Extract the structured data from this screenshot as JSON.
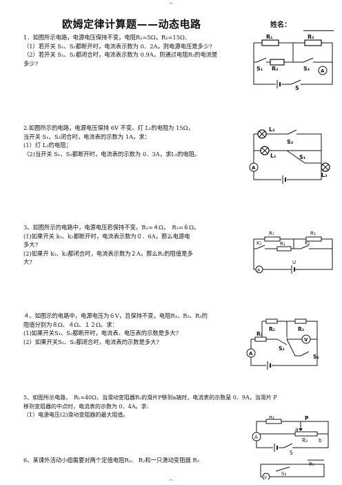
{
  "header": {
    "top_mark": "--",
    "title": "欧姆定律计算题——动态电路",
    "name_label": "姓名：",
    "bottom_mark": "--"
  },
  "questions": [
    {
      "lines": [
        "1．如图所示电路，电源电压保持不变，电阻R₁=5Ω，R₂=15Ω．",
        "（1）若开关 S₁、S₂都断开时，电流表示数为 0．2A，则电源电压是多少?",
        "（2）若开关 S₁、S₂都闭合时，电流表示数为 0.9A，则通过电阻R₃的电流是",
        "多少?"
      ],
      "circuit_labels": [
        "R₁",
        "R₂",
        "S₁",
        "R₃",
        "S₂",
        "A",
        "S"
      ]
    },
    {
      "lines": [
        "2.如图所示的电路，电源电压保持 6V 不变。灯 L₁的电阻为 15Ω，",
        "当开关 S₁、S₂闭合时，电流表的示数为 1A，求：",
        "(1）灯 L₂的电阻；",
        "（2)当开关 S₁、S₂都断开时，电流表的示数为 0．3A，求L₃的电阻。"
      ],
      "circuit_labels": [
        "L₂",
        "S₂",
        "L₁",
        "A",
        "S₁",
        "L₃"
      ]
    },
    {
      "lines": [
        "3、如图所示的电路中，电源电压若保持不变。R₁=４Ω，　R₃=６Ω。",
        "(1)如果开关 k₁、k₂都断开时，电流表示数为０．6A，那么电源电",
        "多大?",
        "(2)如果开 k₁、k₂都闭合时，电流表示数为２A，那么R₂的阻值是多",
        "大?"
      ],
      "circuit_labels": [
        "R₁",
        "R₃",
        "K₁",
        "R₂",
        "K₂",
        "A",
        "U"
      ]
    },
    {
      "lines": [
        "４、如图示的电路中，电源电压为６V，且保持不变，电阻R₁、R₂、R₃的",
        "阻值分别为８Ω、４Ω、１２Ω。求：",
        "(1)如果开关S₁、S₂都断开时，电流表、电压表的示数是多大?",
        "(2）如果开关S₁、S₂都闭合时，电流表的示数是多大?"
      ],
      "circuit_labels": [
        "R₁",
        "R₂",
        "R₃",
        "V",
        "A",
        "S₂",
        "S₁"
      ]
    },
    {
      "lines": [
        "5、如图所示电路，　R₁=40Ω，当滑动变阻器R₂的滑片P移到a端时，电流表的示数是 0．9A，当滑片 P",
        "移到变阻器的中点时，电流表的示数为 0．4A。求:",
        "（1）电源电压(2)滑动变阻器的最大阻值。"
      ],
      "circuit_labels": [
        "R₁",
        "P",
        "a",
        "R₂",
        "b",
        "A",
        "S"
      ]
    },
    {
      "lines": [
        "6、某课外活动小组需要对两个定值电阻R₁、 R₂和一只滑动变阻器 R₃"
      ],
      "circuit_labels": [
        "R₃",
        "S₂",
        "V"
      ]
    }
  ]
}
